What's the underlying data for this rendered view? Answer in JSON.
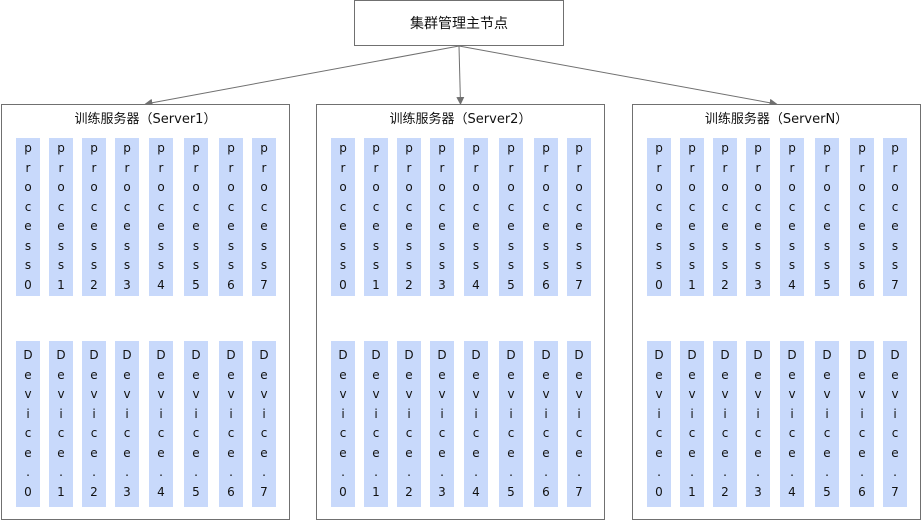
{
  "master": {
    "label": "集群管理主节点"
  },
  "servers": [
    {
      "title": "训练服务器（Server1）"
    },
    {
      "title": "训练服务器（Server2）"
    },
    {
      "title": "训练服务器（ServerN）"
    }
  ],
  "processes": [
    "process0",
    "process1",
    "process2",
    "process3",
    "process4",
    "process5",
    "process6",
    "process7"
  ],
  "devices": [
    "Device.0",
    "Device.1",
    "Device.2",
    "Device.3",
    "Device.4",
    "Device.5",
    "Device.6",
    "Device.7"
  ],
  "colors": {
    "cell_fill": "#c8d9fb",
    "border": "#707070",
    "arrow": "#707070"
  }
}
